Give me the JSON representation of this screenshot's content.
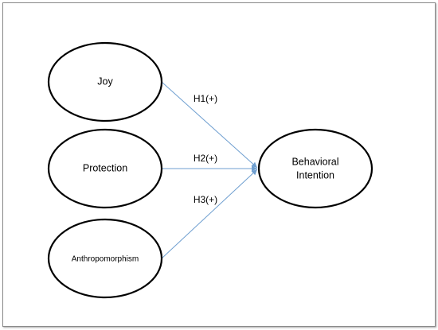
{
  "diagram": {
    "nodes": [
      {
        "id": "joy",
        "label": "Joy"
      },
      {
        "id": "protection",
        "label": "Protection"
      },
      {
        "id": "anthropomorphism",
        "label": "Anthropomorphism"
      },
      {
        "id": "behavioral-intention",
        "label_line1": "Behavioral",
        "label_line2": "Intention"
      }
    ],
    "edges": [
      {
        "from": "joy",
        "to": "behavioral-intention",
        "label": "H1(+)"
      },
      {
        "from": "protection",
        "to": "behavioral-intention",
        "label": "H2(+)"
      },
      {
        "from": "anthropomorphism",
        "to": "behavioral-intention",
        "label": "H3(+)"
      }
    ],
    "colors": {
      "edge": "#6f9fd0",
      "node_stroke": "#000000",
      "frame": "#8a8a8a"
    }
  }
}
